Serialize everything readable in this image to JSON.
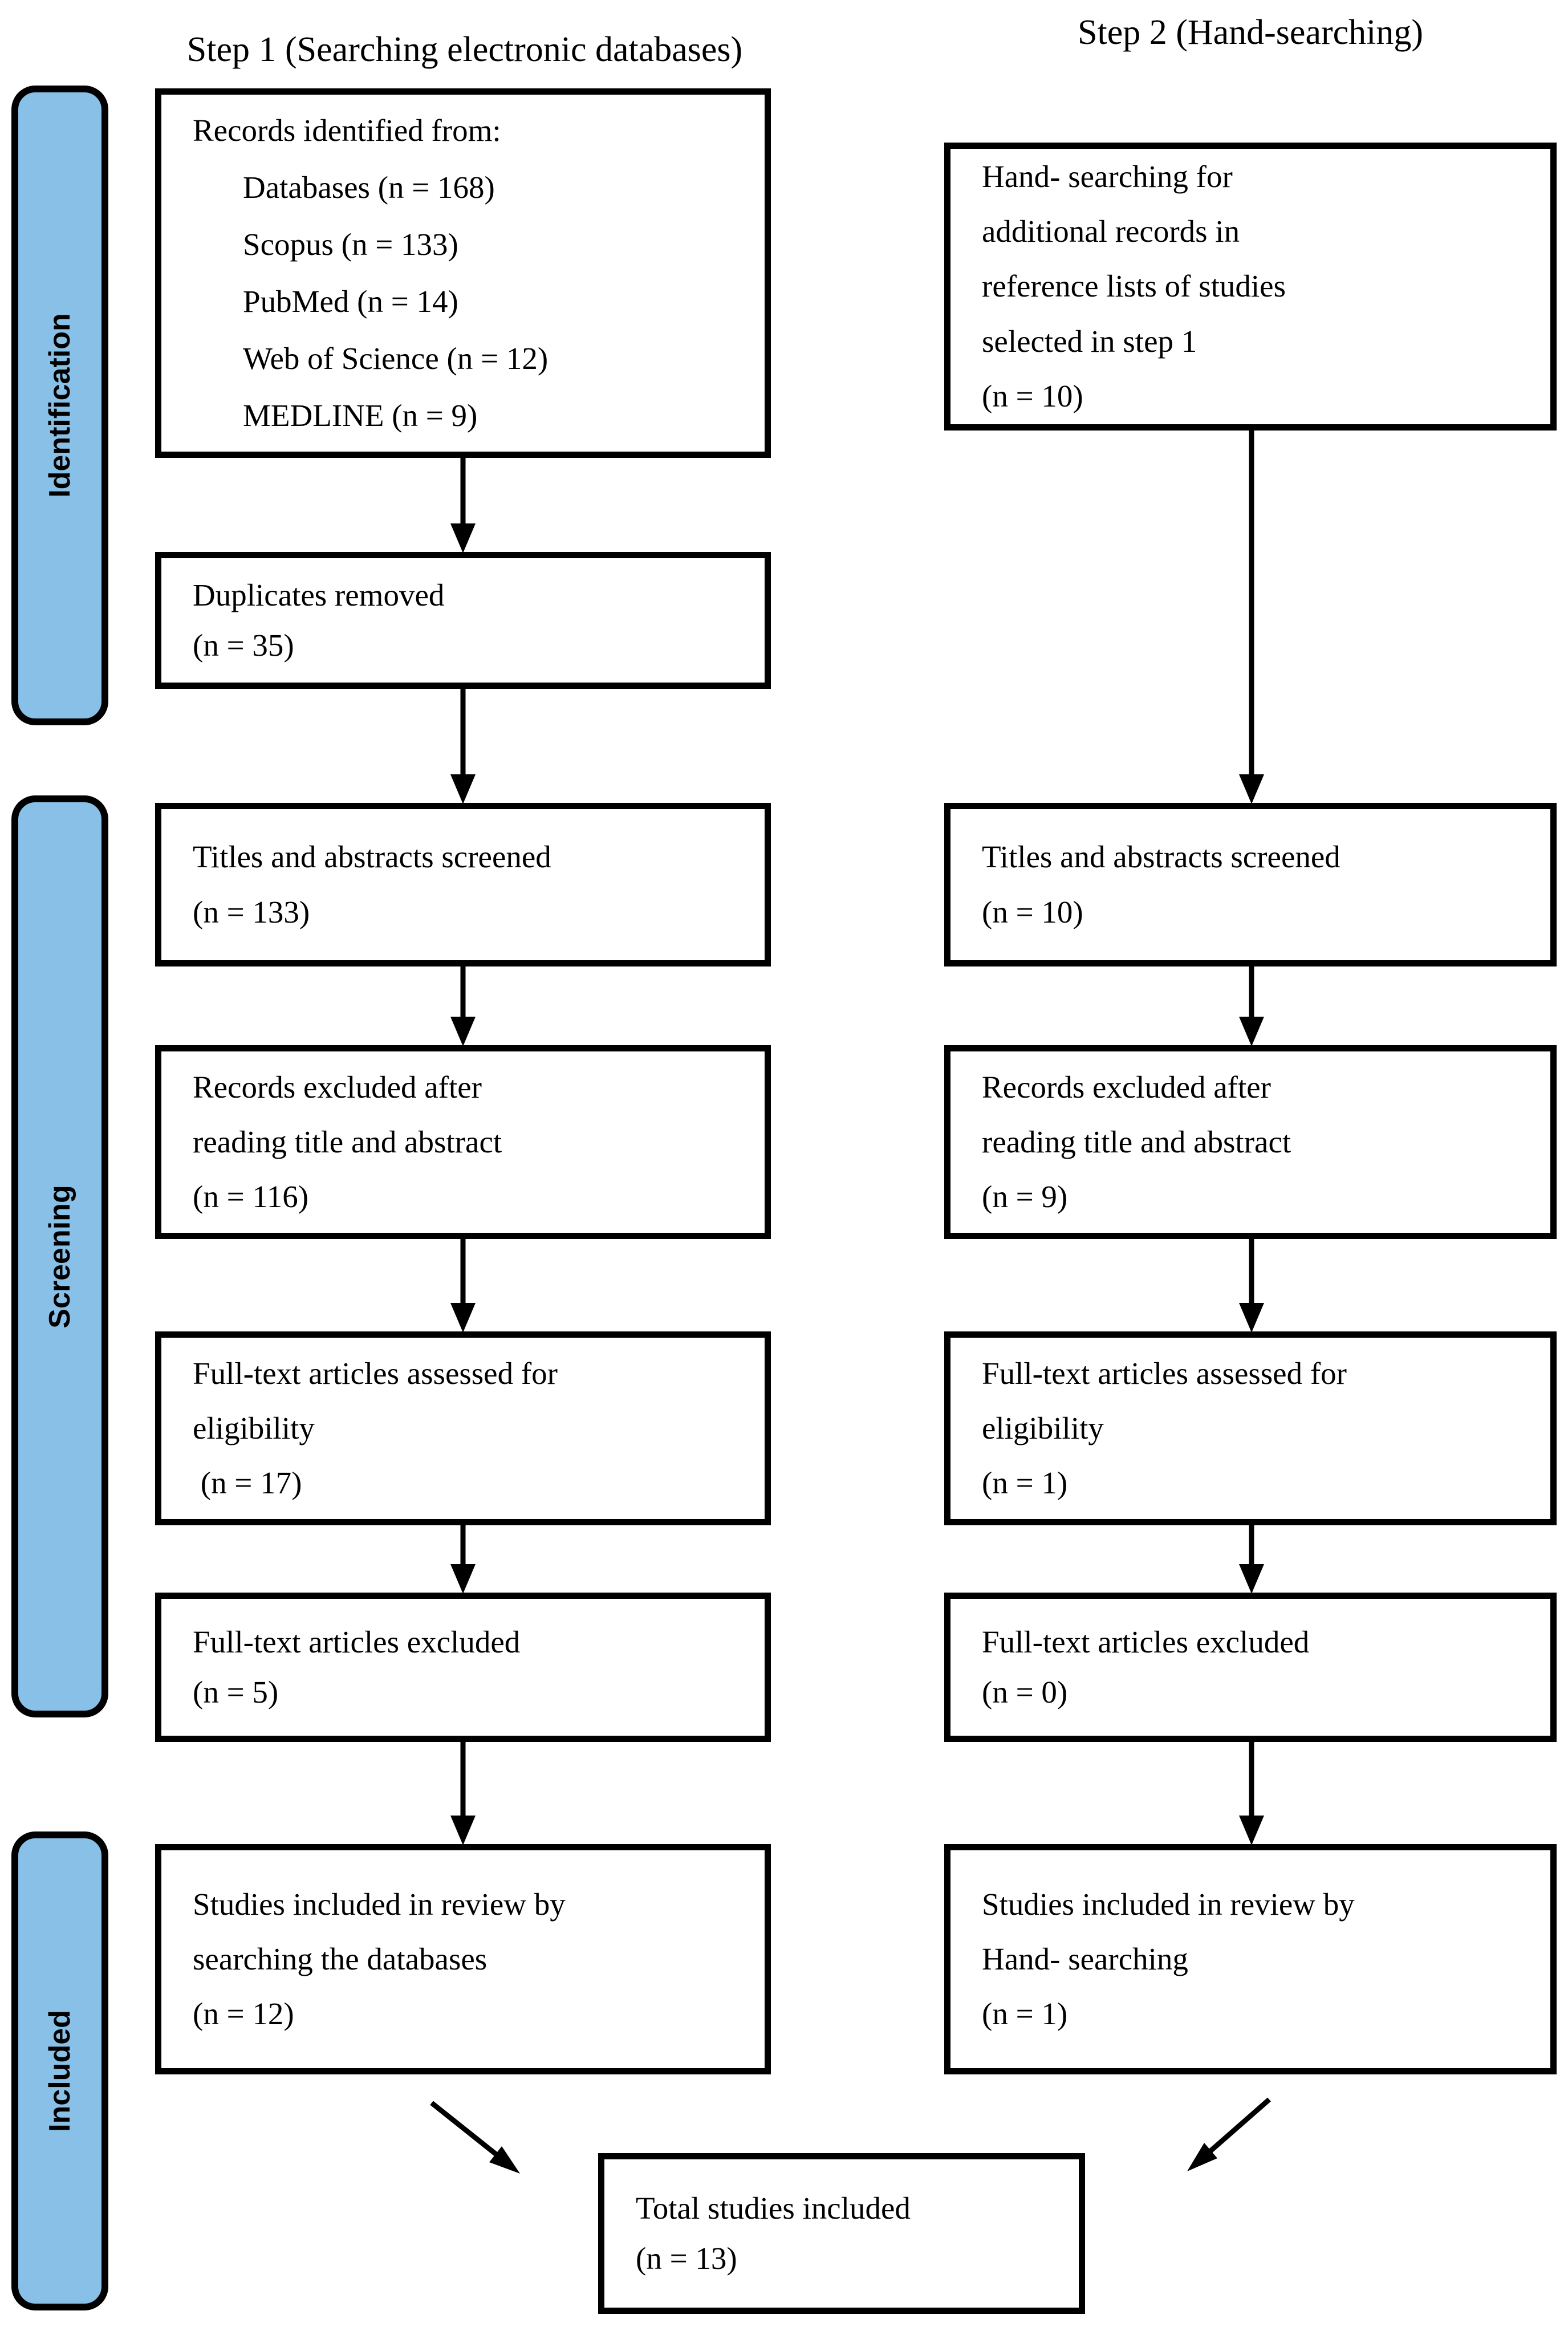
{
  "headers": {
    "step1": "Step 1 (Searching electronic databases)",
    "step2": "Step 2 (Hand-searching)"
  },
  "sidebar": {
    "fill_color": "#89C0E8",
    "identification": "Identification",
    "screening": "Screening",
    "included": "Included"
  },
  "step1_column": {
    "records_identified": {
      "title": "Records identified from:",
      "items": [
        "Databases (n = 168)",
        "Scopus (n = 133)",
        "PubMed (n = 14)",
        "Web of Science (n = 12)",
        "MEDLINE (n = 9)"
      ]
    },
    "duplicates_removed": {
      "line1": "Duplicates removed",
      "line2": "(n = 35)"
    },
    "titles_screened": {
      "line1": "Titles and abstracts screened",
      "line2": "(n = 133)"
    },
    "records_excluded": {
      "line1": "Records excluded after",
      "line2": "reading title and abstract",
      "line3": "(n = 116)"
    },
    "fulltext_assessed": {
      "line1": "Full-text articles assessed for",
      "line2": "eligibility",
      "line3": " (n = 17)"
    },
    "fulltext_excluded": {
      "line1": "Full-text articles excluded",
      "line2": "(n = 5)"
    },
    "studies_included": {
      "line1": "Studies included in review by",
      "line2": "searching the databases",
      "line3": "(n = 12)"
    }
  },
  "step2_column": {
    "hand_searching": {
      "line1": "Hand- searching for",
      "line2": "additional records in",
      "line3": "reference lists of studies",
      "line4": "selected in step 1",
      "line5": "(n = 10)"
    },
    "titles_screened": {
      "line1": "Titles and abstracts screened",
      "line2": "(n = 10)"
    },
    "records_excluded": {
      "line1": "Records excluded after",
      "line2": "reading title and abstract",
      "line3": "(n = 9)"
    },
    "fulltext_assessed": {
      "line1": "Full-text articles assessed for",
      "line2": "eligibility",
      "line3": "(n = 1)"
    },
    "fulltext_excluded": {
      "line1": "Full-text articles excluded",
      "line2": "(n = 0)"
    },
    "studies_included": {
      "line1": "Studies included in review by",
      "line2": "Hand- searching",
      "line3": "(n = 1)"
    }
  },
  "total_box": {
    "line1": "Total studies included",
    "line2": "(n = 13)"
  }
}
